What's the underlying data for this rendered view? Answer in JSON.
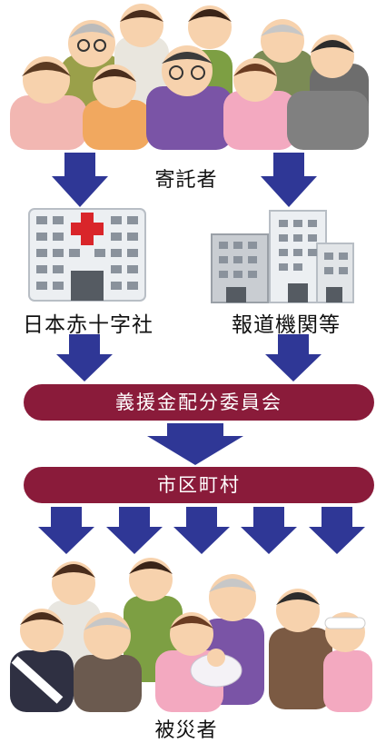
{
  "diagram": {
    "donors_label": "寄託者",
    "red_cross_label": "日本赤十字社",
    "media_label": "報道機関等",
    "committee_label": "義援金配分委員会",
    "municipality_label": "市区町村",
    "victims_label": "被災者"
  },
  "colors": {
    "arrow": "#2f3796",
    "pill": "#8a1b3a",
    "cross": "#d9252a"
  }
}
